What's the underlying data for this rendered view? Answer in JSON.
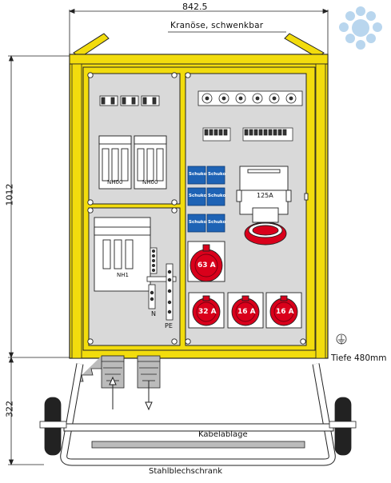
{
  "dimensions": {
    "width": "842.5",
    "height_cabinet": "1012",
    "height_frame": "322",
    "depth": "Tiefe 480mm"
  },
  "labels": {
    "crane_eye": "Kranöse, schwenkbar",
    "cable_tray": "Kabelablage",
    "cabinet": "Stahlblechschrank"
  },
  "components": {
    "fuse_left": "NH00",
    "fuse_right": "NH00",
    "main_switch": "NH1",
    "neutral_terminal": "N",
    "earth_terminal": "PE",
    "socket_label": "Schuko",
    "cee_socket_large": "63 A",
    "cee_socket_32": "32 A",
    "cee_socket_16a": "16 A",
    "cee_socket_16b": "16 A",
    "cee_inlet": "125A"
  },
  "colors": {
    "frame_yellow": "#f2dc0d",
    "panel_grey": "#d9d9d9",
    "socket_blue": "#1e63b5",
    "cee_red": "#d9001b",
    "logo_blue": "#b9d6ee"
  }
}
